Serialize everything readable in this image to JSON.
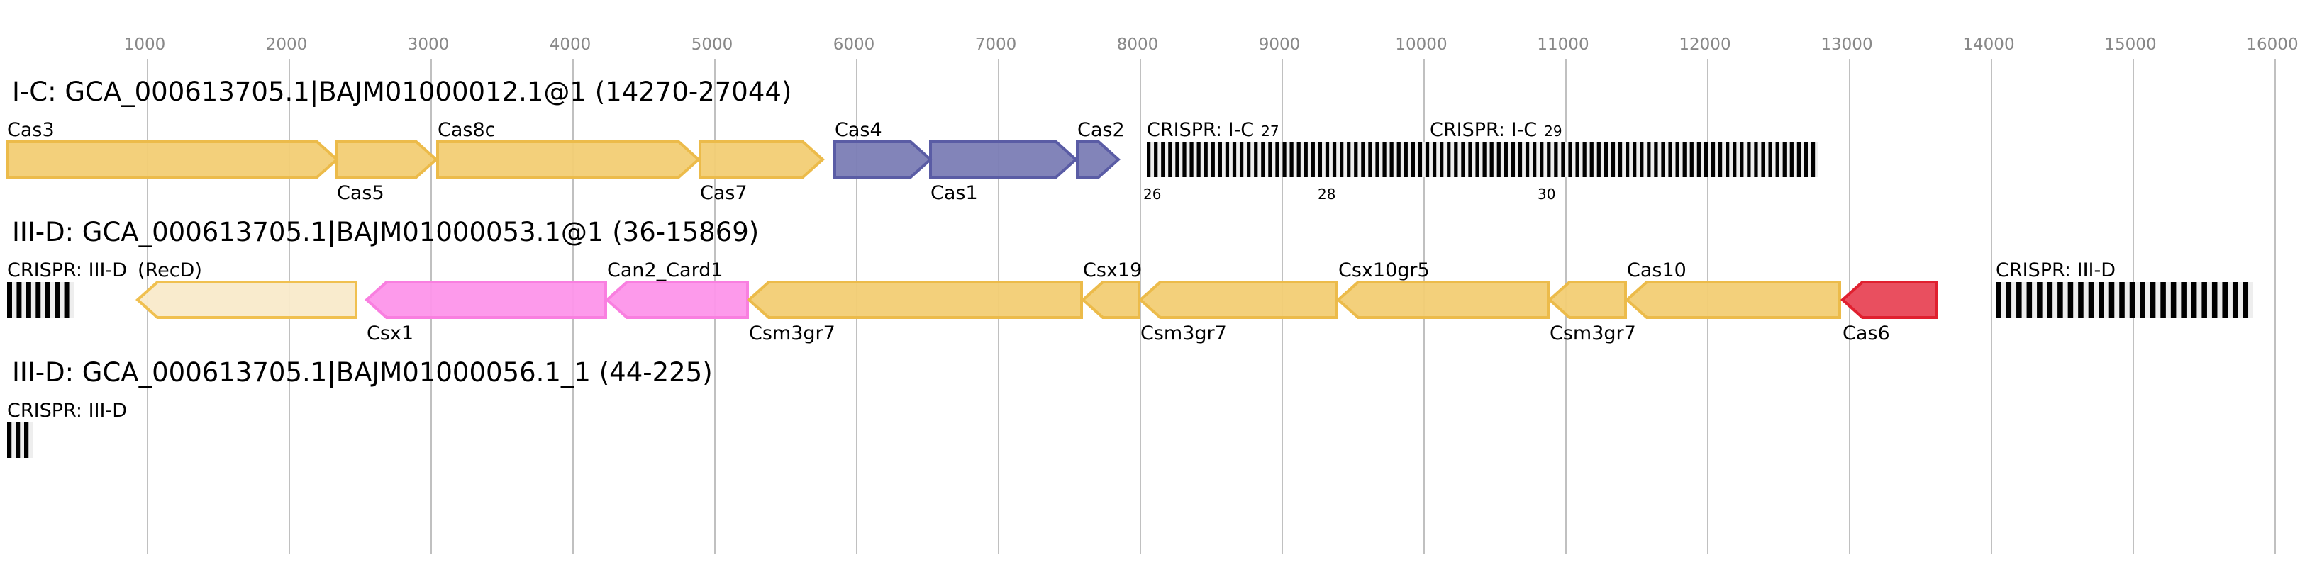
{
  "axis": {
    "ticks": [
      1000,
      2000,
      3000,
      4000,
      5000,
      6000,
      7000,
      8000,
      9000,
      10000,
      11000,
      12000,
      13000,
      14000,
      15000,
      16000
    ],
    "gridline_color": "#c0c0c0"
  },
  "colors": {
    "adaptation": {
      "fill": "#7b7db5",
      "stroke": "#5a5ca5"
    },
    "effector": {
      "fill": "#f2cd74",
      "stroke": "#ecbb4a"
    },
    "ancillary": {
      "fill": "#fd95ea",
      "stroke": "#f97fe0"
    },
    "processing": {
      "fill": "#e84656",
      "stroke": "#e0202f"
    },
    "other": {
      "fill": "#f9eaca",
      "stroke": "#f0c050"
    }
  },
  "tracks": [
    {
      "title": "I-C: GCA_000613705.1|BAJM01000012.1@1 (14270-27044)",
      "features": [
        {
          "type": "gene",
          "label": "Cas3",
          "start": 10,
          "end": 2335,
          "strand": "+",
          "color": "effector",
          "label_pos": "above"
        },
        {
          "type": "gene",
          "label": "Cas5",
          "start": 2335,
          "end": 3035,
          "strand": "+",
          "color": "effector",
          "label_pos": "below"
        },
        {
          "type": "gene",
          "label": "Cas8c",
          "start": 3045,
          "end": 4885,
          "strand": "+",
          "color": "effector",
          "label_pos": "above"
        },
        {
          "type": "gene",
          "label": "Cas7",
          "start": 4895,
          "end": 5760,
          "strand": "+",
          "color": "effector",
          "label_pos": "below"
        },
        {
          "type": "gene",
          "label": "Cas4",
          "start": 5845,
          "end": 6520,
          "strand": "+",
          "color": "adaptation",
          "label_pos": "above"
        },
        {
          "type": "gene",
          "label": "Cas1",
          "start": 6520,
          "end": 7545,
          "strand": "+",
          "color": "adaptation",
          "label_pos": "below"
        },
        {
          "type": "gene",
          "label": "Cas2",
          "start": 7555,
          "end": 7845,
          "strand": "+",
          "color": "adaptation",
          "label_pos": "above"
        },
        {
          "type": "crispr",
          "label": "CRISPR: I-C",
          "start": 8045,
          "end": 12780,
          "spacers": 94,
          "label_pos": "above"
        },
        {
          "type": "crispr-label",
          "label": "CRISPR: I-C",
          "start": 10040
        }
      ],
      "numbers": [
        {
          "text": "27",
          "at": 8710,
          "pos": "above"
        },
        {
          "text": "29",
          "at": 10660,
          "pos": "above"
        },
        {
          "text": "26",
          "at": 8020,
          "pos": "below"
        },
        {
          "text": "28",
          "at": 9250,
          "pos": "below"
        },
        {
          "text": "30",
          "at": 10800,
          "pos": "below"
        }
      ]
    },
    {
      "title": "III-D: GCA_000613705.1|BAJM01000053.1@1 (36-15869)",
      "features": [
        {
          "type": "crispr",
          "label": "CRISPR: III-D",
          "start": 10,
          "end": 480,
          "spacers": 7,
          "label_pos": "above"
        },
        {
          "type": "gene",
          "label": "(RecD)",
          "start": 930,
          "end": 2470,
          "strand": "-",
          "color": "other",
          "label_pos": "above"
        },
        {
          "type": "gene",
          "label": "Csx1",
          "start": 2545,
          "end": 4230,
          "strand": "-",
          "color": "ancillary",
          "label_pos": "below"
        },
        {
          "type": "gene",
          "label": "Can2_Card1",
          "start": 4240,
          "end": 5230,
          "strand": "-",
          "color": "ancillary",
          "label_pos": "above"
        },
        {
          "type": "gene",
          "label": "Csm3gr7",
          "start": 5240,
          "end": 7585,
          "strand": "-",
          "color": "effector",
          "label_pos": "below"
        },
        {
          "type": "gene",
          "label": "Csx19",
          "start": 7595,
          "end": 7990,
          "strand": "-",
          "color": "effector",
          "label_pos": "above"
        },
        {
          "type": "gene",
          "label": "Csm3gr7",
          "start": 8000,
          "end": 9385,
          "strand": "-",
          "color": "effector",
          "label_pos": "below"
        },
        {
          "type": "gene",
          "label": "Csx10gr5",
          "start": 9395,
          "end": 10875,
          "strand": "-",
          "color": "effector",
          "label_pos": "above"
        },
        {
          "type": "gene",
          "label": "Csm3gr7",
          "start": 10885,
          "end": 11420,
          "strand": "-",
          "color": "effector",
          "label_pos": "below"
        },
        {
          "type": "gene",
          "label": "Cas10",
          "start": 11430,
          "end": 12930,
          "strand": "-",
          "color": "effector",
          "label_pos": "above"
        },
        {
          "type": "gene",
          "label": "Cas6",
          "start": 12950,
          "end": 13615,
          "strand": "-",
          "color": "processing",
          "label_pos": "below"
        },
        {
          "type": "crispr",
          "label": "CRISPR: III-D",
          "start": 14030,
          "end": 15845,
          "spacers": 25,
          "label_pos": "above"
        }
      ],
      "numbers": []
    },
    {
      "title": "III-D: GCA_000613705.1|BAJM01000056.1_1 (44-225)",
      "features": [
        {
          "type": "crispr",
          "label": "CRISPR: III-D",
          "start": 10,
          "end": 190,
          "spacers": 3,
          "label_pos": "above"
        }
      ],
      "numbers": []
    }
  ]
}
